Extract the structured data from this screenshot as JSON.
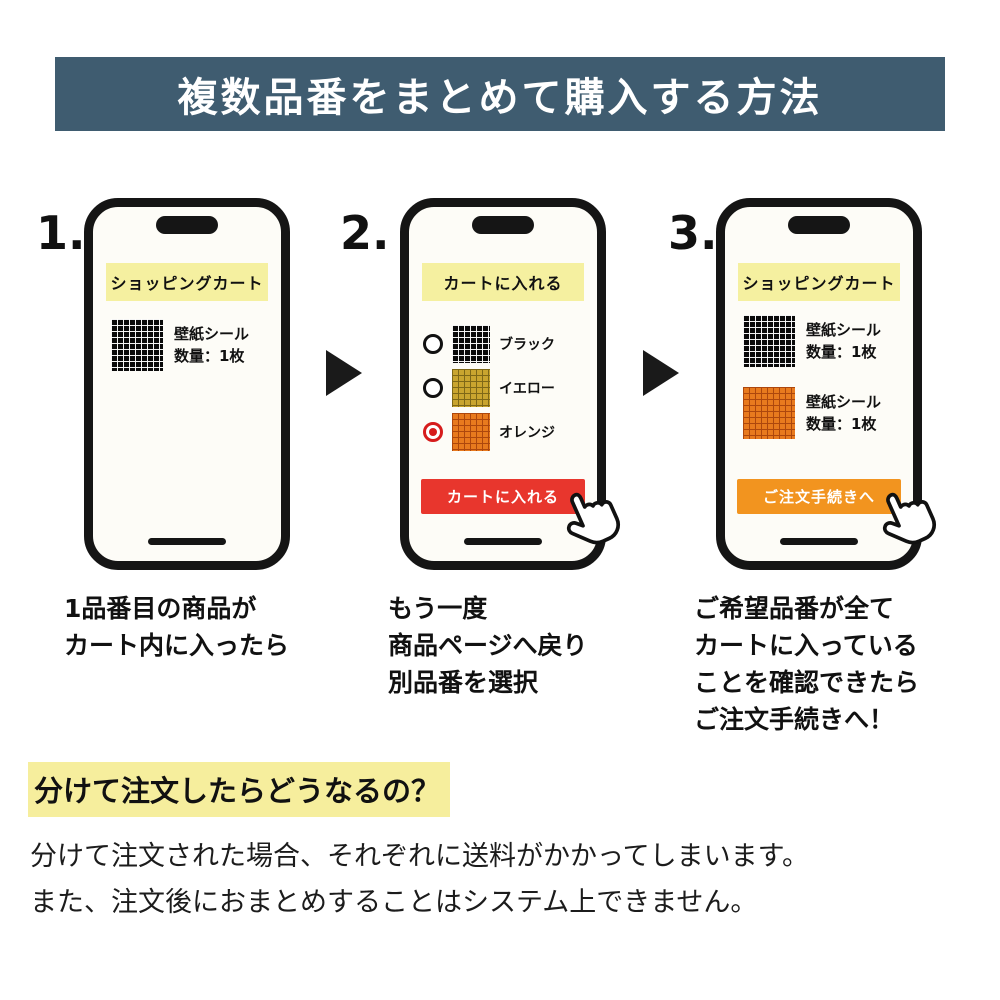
{
  "page": {
    "title": "複数品番をまとめて購入する方法"
  },
  "colors": {
    "header_bg": "#3f5c70",
    "phone_banner_bg": "#f5f0a0",
    "add_to_cart_button": "#e8362d",
    "checkout_button": "#f2941f",
    "selected_radio": "#d61c1c",
    "heading_highlight": "#f6ee9d"
  },
  "steps": [
    {
      "number": "1.",
      "banner": "ショッピングカート",
      "items": [
        {
          "name": "壁紙シール",
          "qty": "数量：1枚",
          "swatch": "black-grid-swatch"
        }
      ],
      "caption": "1品番目の商品が\nカート内に入ったら"
    },
    {
      "number": "2.",
      "banner": "カートに入れる",
      "options": [
        {
          "label": "ブラック",
          "selected": false,
          "swatch": "black-grid-swatch"
        },
        {
          "label": "イエロー",
          "selected": false,
          "swatch": "yellow-grid-swatch"
        },
        {
          "label": "オレンジ",
          "selected": true,
          "swatch": "orange-grid-swatch"
        }
      ],
      "button": "カートに入れる",
      "caption": "もう一度\n商品ページへ戻り\n別品番を選択"
    },
    {
      "number": "3.",
      "banner": "ショッピングカート",
      "items": [
        {
          "name": "壁紙シール",
          "qty": "数量：1枚",
          "swatch": "black-grid-swatch"
        },
        {
          "name": "壁紙シール",
          "qty": "数量：1枚",
          "swatch": "orange-grid-swatch"
        }
      ],
      "button": "ご注文手続きへ",
      "caption": "ご希望品番が全て\nカートに入っている\nことを確認できたら\nご注文手続きへ！"
    }
  ],
  "notice": {
    "heading": "分けて注文したらどうなるの？",
    "body": "分けて注文された場合、それぞれに送料がかかってしまいます。\nまた、注文後におまとめすることはシステム上できません。"
  }
}
